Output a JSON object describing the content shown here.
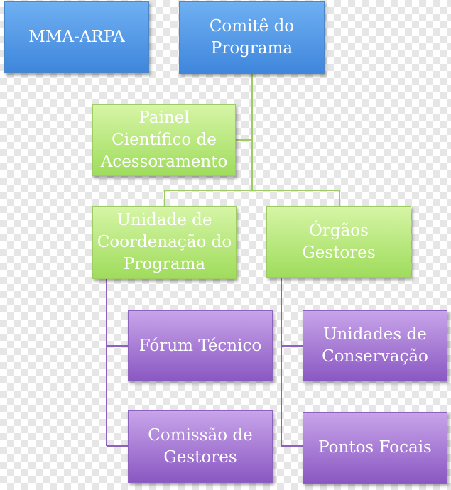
{
  "diagram": {
    "nodes": {
      "mma_arpa": "MMA-ARPA",
      "comite": "Comitê do\nPrograma",
      "painel": "Painel\nCientífico de\nAcessoramento",
      "unidade": "Unidade de\nCoordenação do\nPrograma",
      "orgaos": "Órgãos\nGestores",
      "forum": "Fórum Técnico",
      "comissao": "Comissão de\nGestores",
      "unidades_conservacao": "Unidades de\nConservação",
      "pontos_focais": "Pontos Focais"
    },
    "colors": {
      "blue_box": "#4a8fe0",
      "green_box": "#b5e67a",
      "purple_box": "#a67ad6",
      "green_line": "#9ccc62",
      "purple_line": "#8d62bf"
    }
  }
}
